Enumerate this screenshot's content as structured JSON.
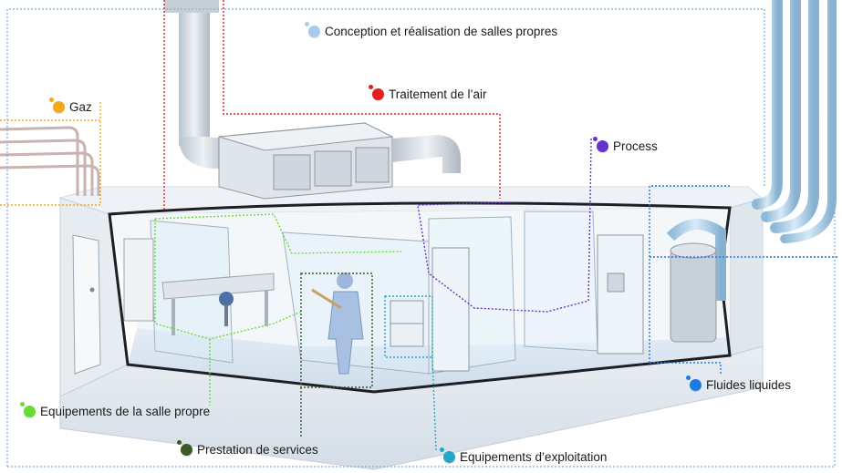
{
  "labels": [
    {
      "key": "conception",
      "text": "Conception et réalisation de salles propres",
      "color": "#a9c9ea"
    },
    {
      "key": "air",
      "text": "Traitement de l’air",
      "color": "#e41f1f"
    },
    {
      "key": "gaz",
      "text": "Gaz",
      "color": "#f3a81c"
    },
    {
      "key": "process",
      "text": "Process",
      "color": "#6633cc"
    },
    {
      "key": "fluides",
      "text": "Fluides liquides",
      "color": "#1e7be0"
    },
    {
      "key": "equipements_salle",
      "text": "Equipements de la salle propre",
      "color": "#66dd33"
    },
    {
      "key": "prestation",
      "text": "Prestation de services",
      "color": "#3a5a26"
    },
    {
      "key": "equipements_exploitation",
      "text": "Equipements d’exploitation",
      "color": "#22a8c4"
    }
  ]
}
